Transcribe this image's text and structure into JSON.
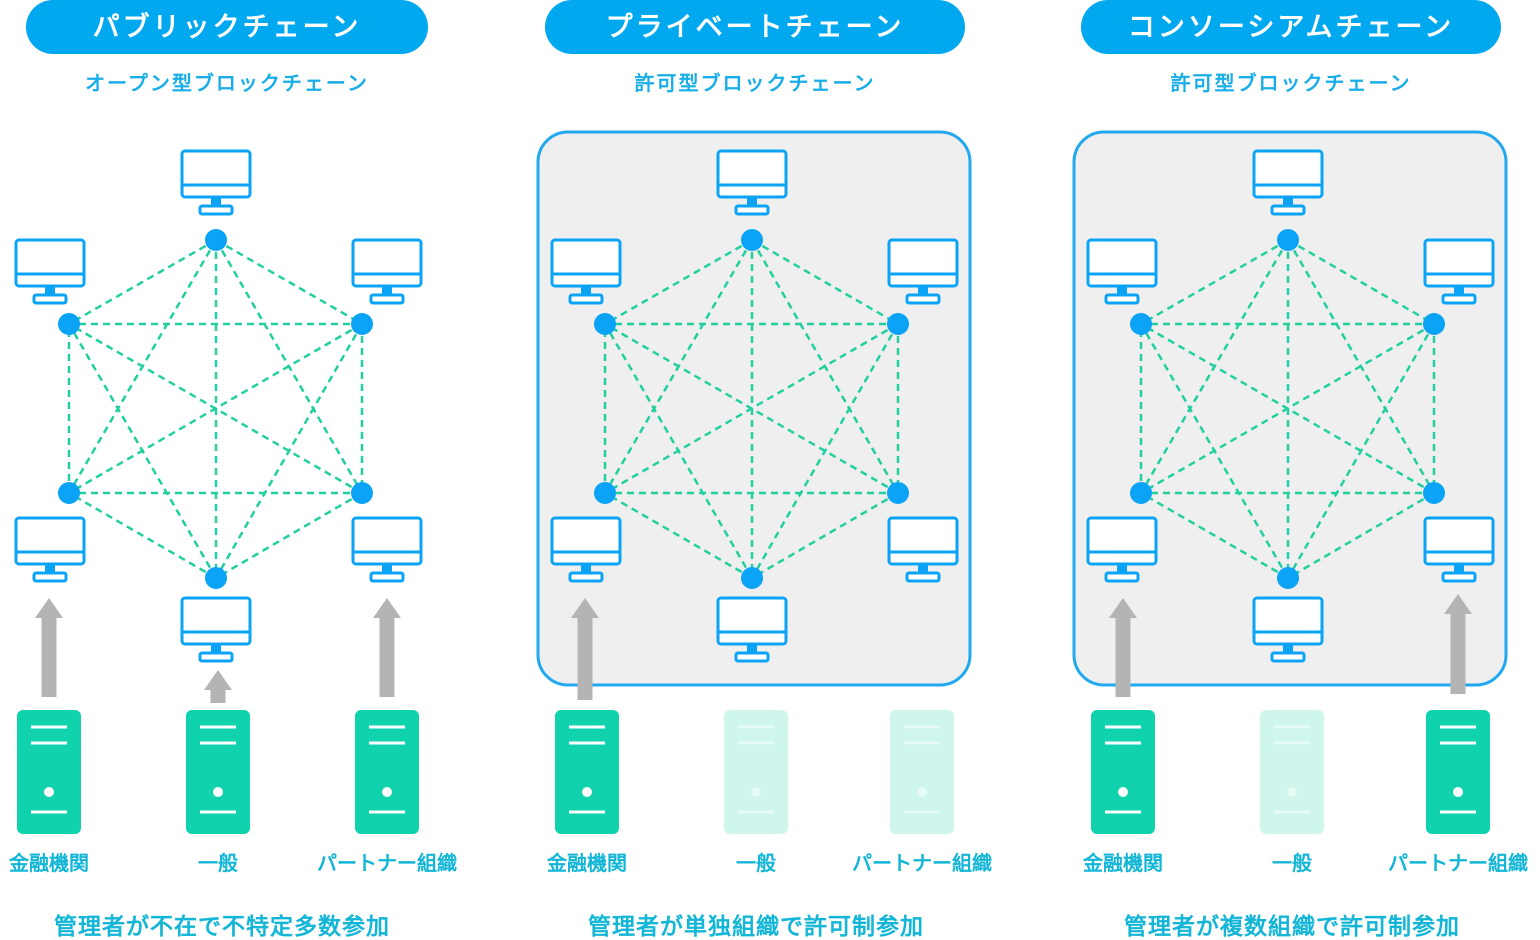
{
  "colors": {
    "accent": "#00a8f0",
    "node": "#0aa3f5",
    "edge": "#22cfa0",
    "server": "#10d2ad",
    "server_faded": "#cef6ec",
    "arrow": "#b4b4b4",
    "box_fill": "#efefef",
    "box_stroke": "#21a8ef",
    "text": "#13b6d6"
  },
  "panels": [
    {
      "title": "パブリックチェーン",
      "subtitle": "オープン型ブロックチェーン",
      "boxed": false,
      "servers": [
        {
          "label": "金融機関",
          "active": true
        },
        {
          "label": "一般",
          "active": true
        },
        {
          "label": "パートナー組織",
          "active": true
        }
      ],
      "caption": "管理者が不在で不特定多数参加"
    },
    {
      "title": "プライベートチェーン",
      "subtitle": "許可型ブロックチェーン",
      "boxed": true,
      "servers": [
        {
          "label": "金融機関",
          "active": true
        },
        {
          "label": "一般",
          "active": false
        },
        {
          "label": "パートナー組織",
          "active": false
        }
      ],
      "caption": "管理者が単独組織で許可制参加"
    },
    {
      "title": "コンソーシアムチェーン",
      "subtitle": "許可型ブロックチェーン",
      "boxed": true,
      "servers": [
        {
          "label": "金融機関",
          "active": true
        },
        {
          "label": "一般",
          "active": false
        },
        {
          "label": "パートナー組織",
          "active": true
        }
      ],
      "caption": "管理者が複数組織で許可制参加"
    }
  ]
}
